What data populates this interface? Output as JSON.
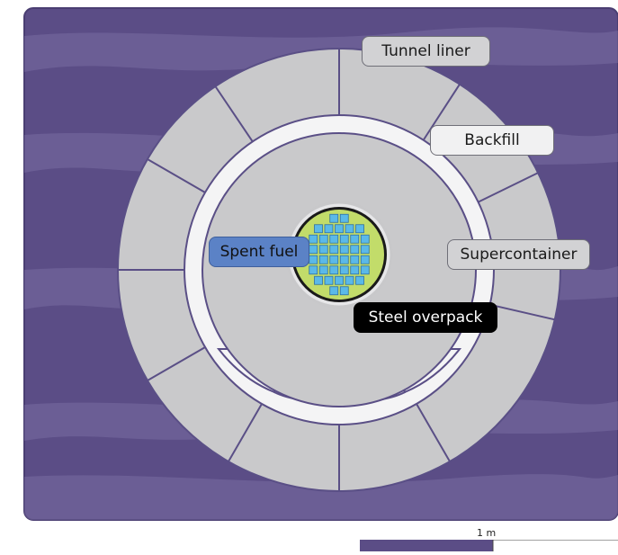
{
  "labels": {
    "tunnel_liner": "Tunnel liner",
    "backfill": "Backfill",
    "supercontainer": "Supercontainer",
    "spent_fuel": "Spent fuel",
    "steel_overpack": "Steel overpack"
  },
  "scale": {
    "label": "1 m"
  },
  "colors": {
    "rock": "#5b4d86",
    "tunnel_liner": "#c9c9cb",
    "backfill": "#f4f4f5",
    "supercontainer": "#c9c9cb",
    "fuel_matrix": "#c2dc6a",
    "fuel_cells": "#5bb9e8",
    "spent_fuel_label": "#5b82c6",
    "steel_overpack_label": "#000000"
  }
}
